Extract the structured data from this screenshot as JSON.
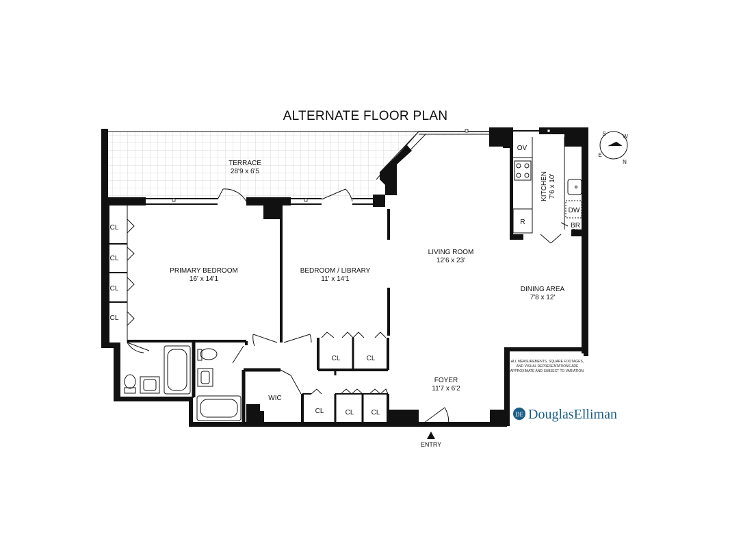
{
  "title": "ALTERNATE FLOOR PLAN",
  "rooms": {
    "terrace": {
      "name": "TERRACE",
      "dim": "28'9 x 6'5"
    },
    "primary": {
      "name": "PRIMARY BEDROOM",
      "dim": "16' x 14'1"
    },
    "bedroom": {
      "name": "BEDROOM / LIBRARY",
      "dim": "11' x 14'1"
    },
    "living": {
      "name": "LIVING ROOM",
      "dim": "12'6 x 23'"
    },
    "kitchen": {
      "name": "KITCHEN",
      "dim": "7'6 x 10'"
    },
    "dining": {
      "name": "DINING AREA",
      "dim": "7'8 x 12'"
    },
    "foyer": {
      "name": "FOYER",
      "dim": "11'7 x 6'2"
    },
    "wic": {
      "name": "WIC"
    }
  },
  "labels": {
    "closet": "CL",
    "oven": "OV",
    "dishwasher": "DW",
    "refrigerator": "R",
    "broom_closet_1": "BR",
    "broom_closet_2": "CL",
    "entry": "ENTRY"
  },
  "compass": {
    "letters": [
      "S",
      "W",
      "E",
      "N"
    ]
  },
  "disclaimer": [
    "ALL MEASUREMENTS, SQUARE FOOTAGES,",
    "AND VISUAL REPRESENTATIONS ARE",
    "APPROXIMATE AND SUBJECT TO VARIATION."
  ],
  "brand": {
    "name": "DouglasElliman",
    "color": "#1a5d86"
  }
}
